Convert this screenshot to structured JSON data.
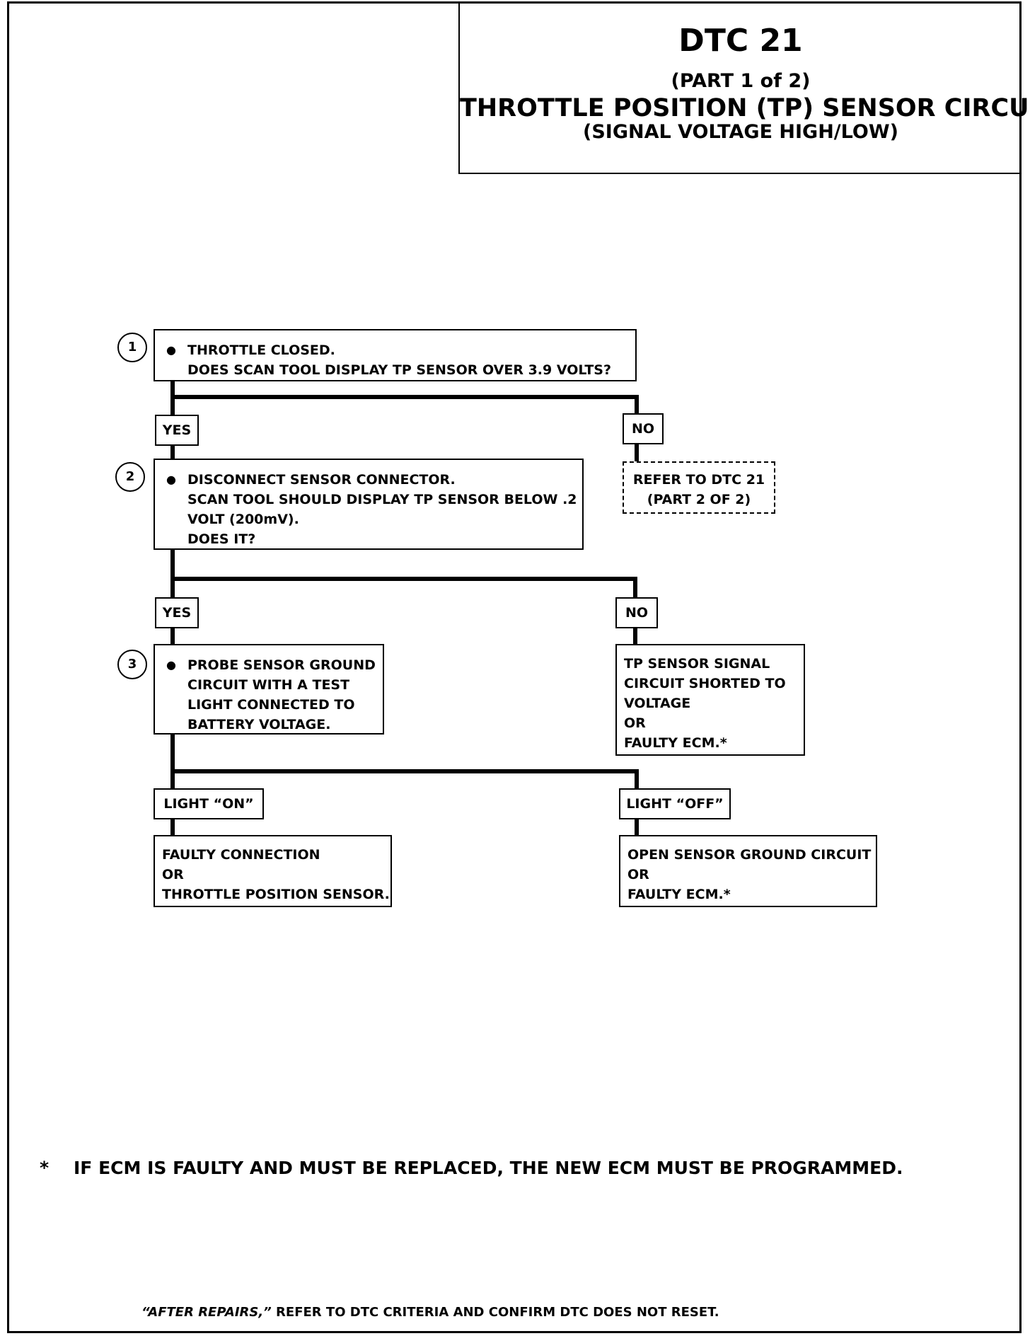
{
  "title": {
    "code": "DTC 21",
    "part": "(PART 1 of 2)",
    "name": "THROTTLE POSITION (TP) SENSOR CIRCUIT",
    "subtitle": "(SIGNAL VOLTAGE HIGH/LOW)"
  },
  "steps": [
    {
      "number": "1",
      "lines": [
        "THROTTLE CLOSED.",
        "DOES SCAN TOOL DISPLAY TP SENSOR OVER 3.9 VOLTS?"
      ]
    },
    {
      "number": "2",
      "lines": [
        "DISCONNECT SENSOR CONNECTOR.",
        "SCAN TOOL SHOULD DISPLAY TP SENSOR BELOW .2",
        "VOLT (200mV).",
        "DOES IT?"
      ]
    },
    {
      "number": "3",
      "lines": [
        "PROBE SENSOR GROUND",
        "CIRCUIT WITH A TEST",
        "LIGHT CONNECTED TO",
        "BATTERY VOLTAGE."
      ]
    }
  ],
  "branches": {
    "yes1": "YES",
    "no1": "NO",
    "yes2": "YES",
    "no2": "NO",
    "light_on": "LIGHT “ON”",
    "light_off": "LIGHT “OFF”"
  },
  "results": {
    "refer": [
      "REFER TO DTC 21",
      "(PART 2 OF 2)"
    ],
    "tp_shorted": [
      "TP SENSOR SIGNAL",
      "CIRCUIT SHORTED TO",
      "VOLTAGE",
      "OR",
      "FAULTY ECM.*"
    ],
    "faulty_connection": [
      "FAULTY CONNECTION",
      "OR",
      "THROTTLE POSITION SENSOR."
    ],
    "open_ground": [
      "OPEN SENSOR GROUND CIRCUIT",
      "OR",
      "FAULTY ECM.*"
    ]
  },
  "footnote": {
    "mark": "*",
    "text": "IF ECM IS FAULTY AND MUST BE REPLACED, THE NEW ECM MUST BE PROGRAMMED."
  },
  "after_repairs": {
    "emphasis": "“AFTER REPAIRS,”",
    "text": " REFER TO DTC CRITERIA AND CONFIRM DTC DOES NOT RESET."
  }
}
